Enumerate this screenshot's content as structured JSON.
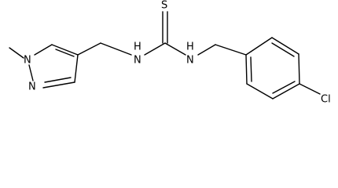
{
  "atoms": {
    "n1": "N",
    "n2": "N",
    "nh_left": "N",
    "h_left": "H",
    "nh_right": "N",
    "h_right": "H",
    "sulfur": "S",
    "chlorine": "Cl"
  }
}
